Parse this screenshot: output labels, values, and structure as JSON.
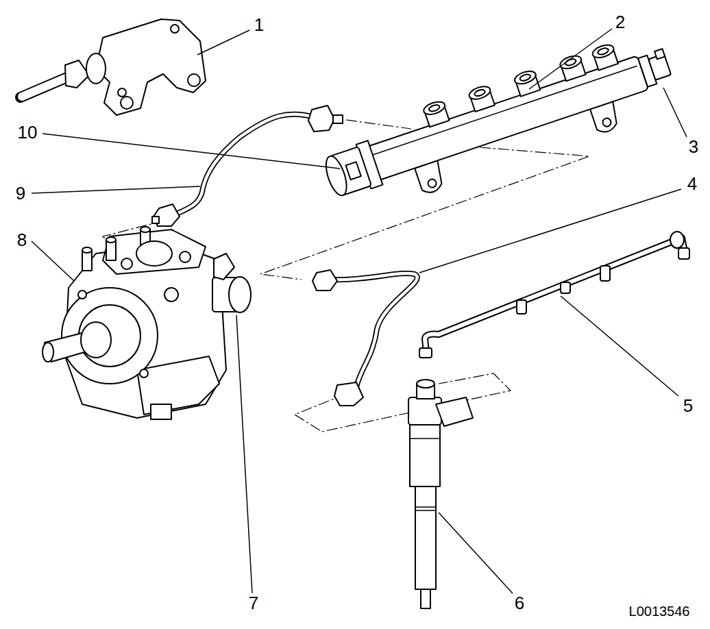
{
  "diagram": {
    "labels": [
      "1",
      "2",
      "3",
      "4",
      "5",
      "6",
      "7",
      "8",
      "9",
      "10",
      "L0013546"
    ]
  }
}
